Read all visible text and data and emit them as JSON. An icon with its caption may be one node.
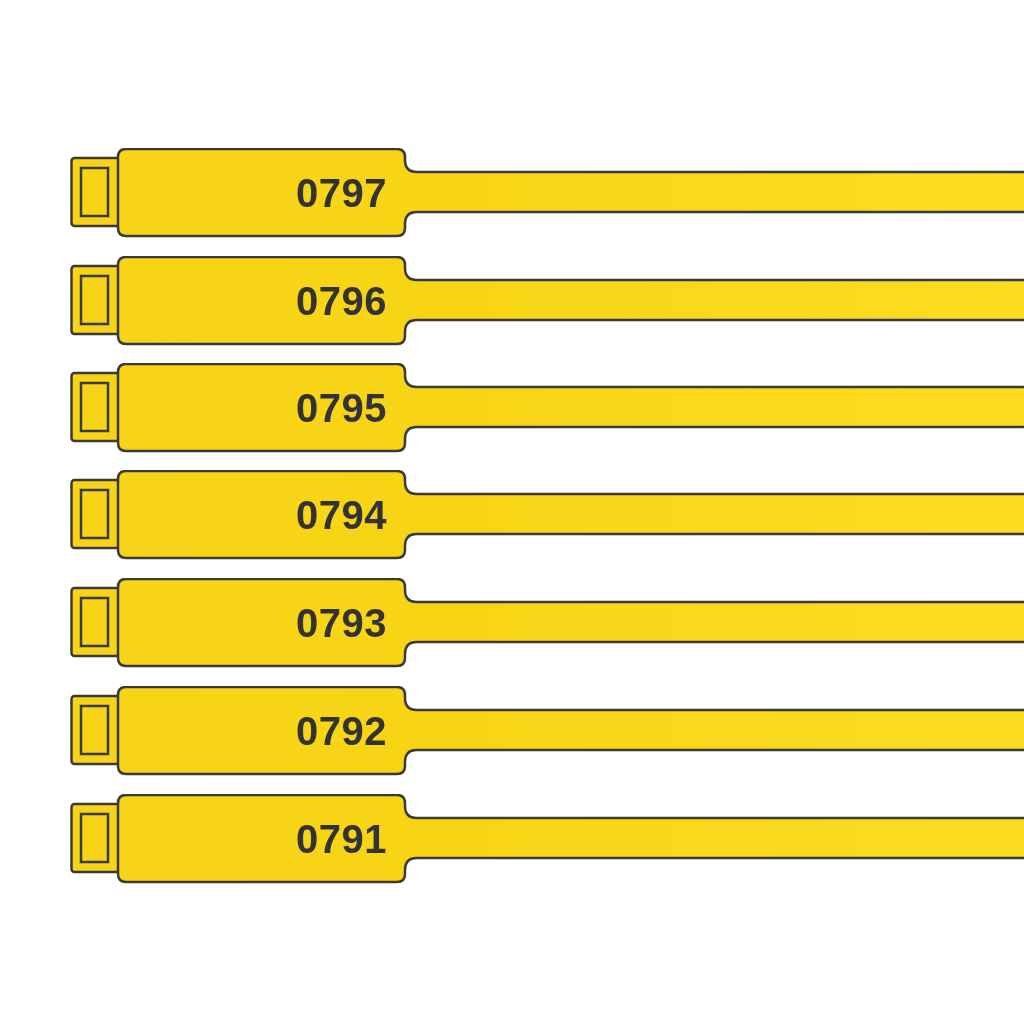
{
  "diagram": {
    "nodes": [
      {
        "text": [
          "0797"
        ]
      },
      {
        "text": [
          "0796"
        ]
      },
      {
        "text": [
          "0795"
        ]
      },
      {
        "text": [
          "0794"
        ]
      },
      {
        "text": [
          "0793"
        ]
      },
      {
        "text": [
          "0792"
        ]
      },
      {
        "text": [
          "0791"
        ]
      }
    ]
  }
}
